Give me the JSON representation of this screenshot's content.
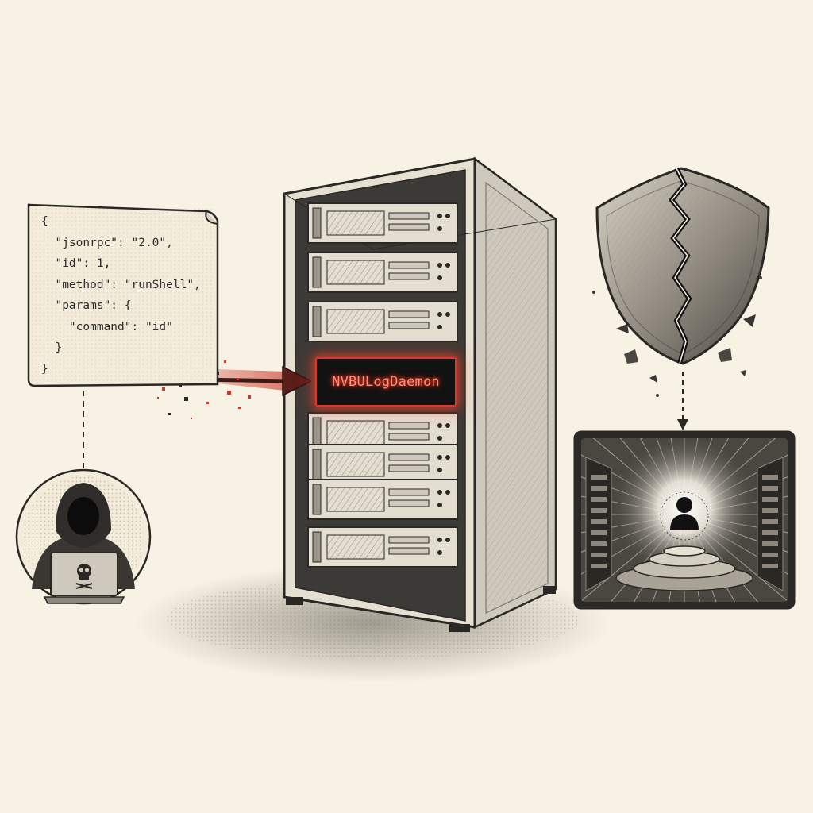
{
  "json_request": {
    "lines": [
      "{",
      "  \"jsonrpc\": \"2.0\",",
      "  \"id\": 1,",
      "  \"method\": \"runShell\",",
      "  \"params\": {",
      "    \"command\": \"id\"",
      "  }",
      "}"
    ]
  },
  "server": {
    "label": "NVBULogDaemon"
  },
  "icons": {
    "attacker": "hooded-hacker-icon",
    "laptop_logo": "skull-icon",
    "shield": "broken-shield-icon",
    "admin": "user-icon"
  },
  "colors": {
    "paper": "#f8f2e4",
    "ink": "#2b2b2b",
    "accent_red": "#d9382a",
    "glow": "#ff8c78"
  }
}
